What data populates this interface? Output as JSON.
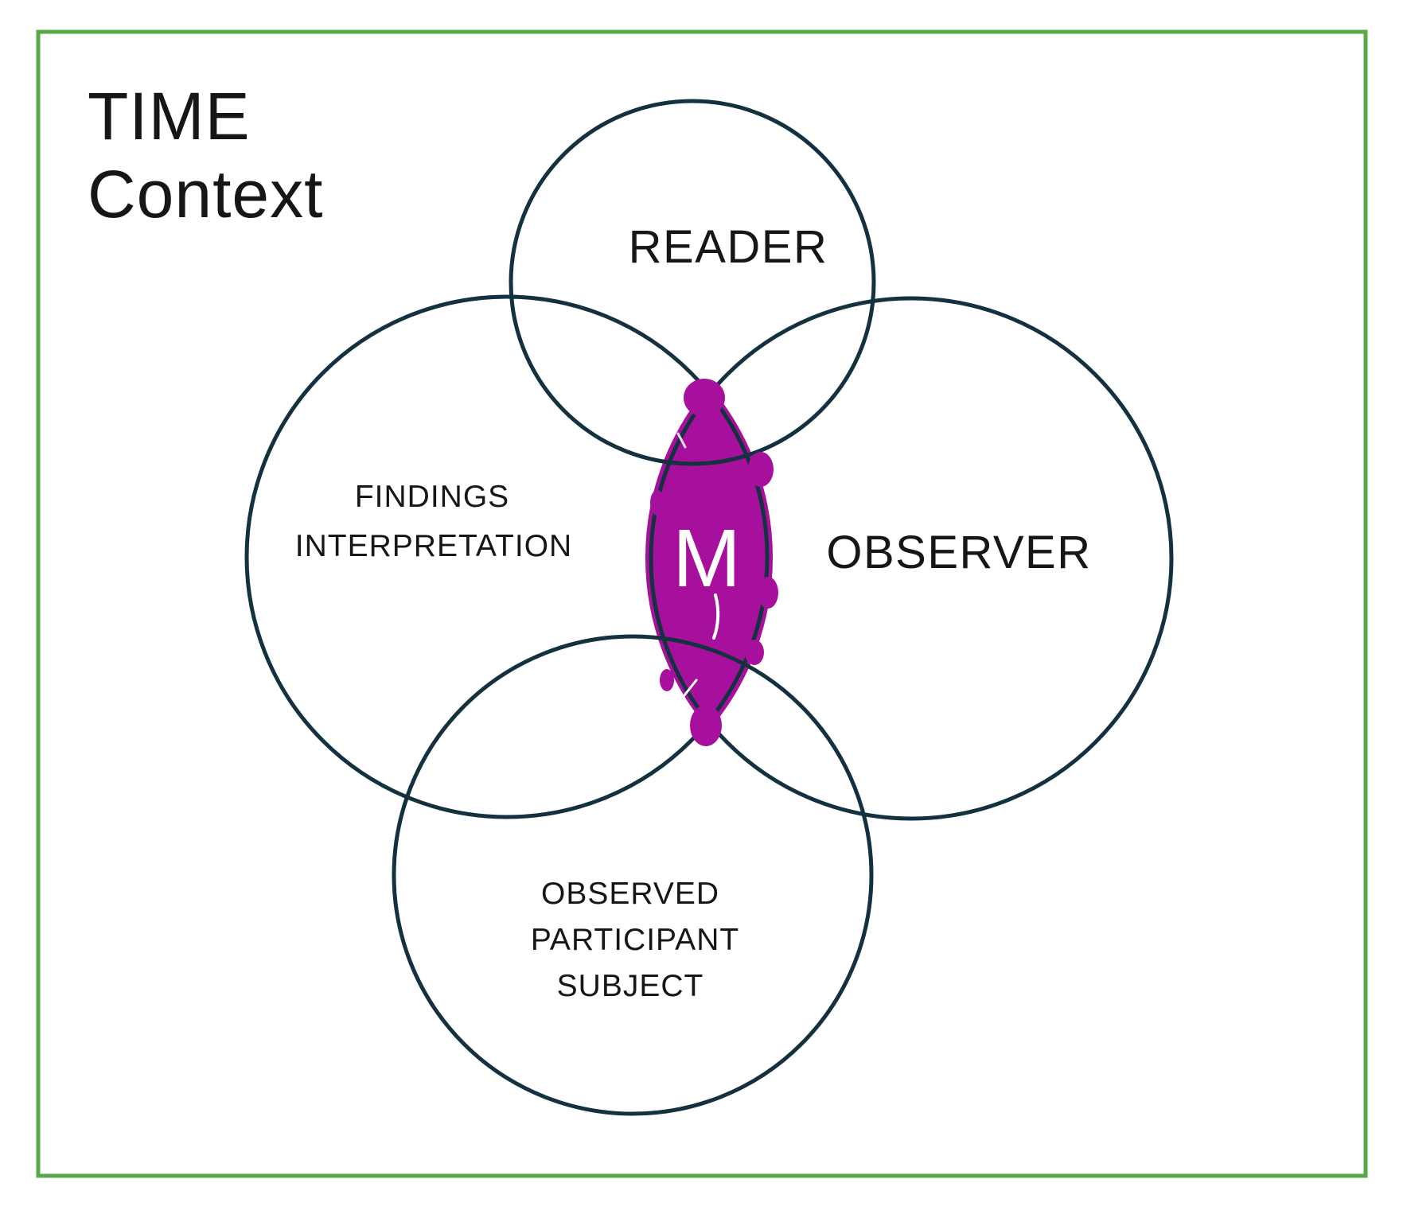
{
  "title": {
    "line1": "TIME",
    "line2": "Context"
  },
  "venn": {
    "top_circle_label": "READER",
    "left_circle_label_lines": [
      "FINDINGS",
      "INTERPRETATION"
    ],
    "right_circle_label": "OBSERVER",
    "bottom_circle_label_lines": [
      "OBSERVED",
      "PARTICIPANT",
      "SUBJECT"
    ],
    "center_overlap_label": "M"
  },
  "colors": {
    "border_green": "#57a846",
    "ink": "#14313f",
    "text": "#161616",
    "highlight_magenta": "#a6109c",
    "m_text": "#ffffff",
    "background": "#ffffff"
  }
}
